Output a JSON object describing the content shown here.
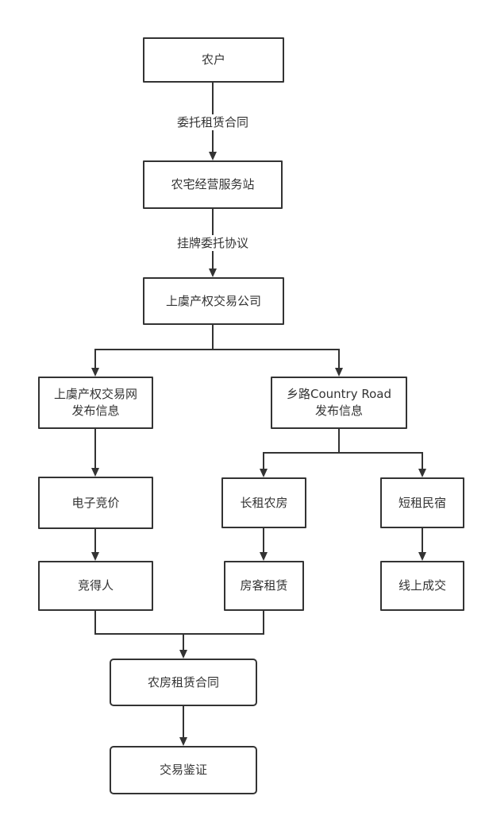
{
  "nodes": {
    "farmer": "农户",
    "service_station": "农宅经营服务站",
    "exchange_company": "上虞产权交易公司",
    "exchange_web": [
      "上虞产权交易网",
      "发布信息"
    ],
    "country_road": [
      "乡路Country Road",
      "发布信息"
    ],
    "e_bidding": "电子竞价",
    "winner": "竞得人",
    "long_term_rental": "长租农房",
    "short_term_homestay": "短租民宿",
    "tenant_lease": "房客租赁",
    "online_deal": "线上成交",
    "lease_contract": "农房租赁合同",
    "transaction_appraisal": "交易鉴证"
  },
  "edges": {
    "entrust_lease_contract": "委托租赁合同",
    "listing_agreement": "挂牌委托协议"
  },
  "colors": {
    "stroke": "#333333",
    "text": "#333333",
    "background": "#ffffff"
  }
}
